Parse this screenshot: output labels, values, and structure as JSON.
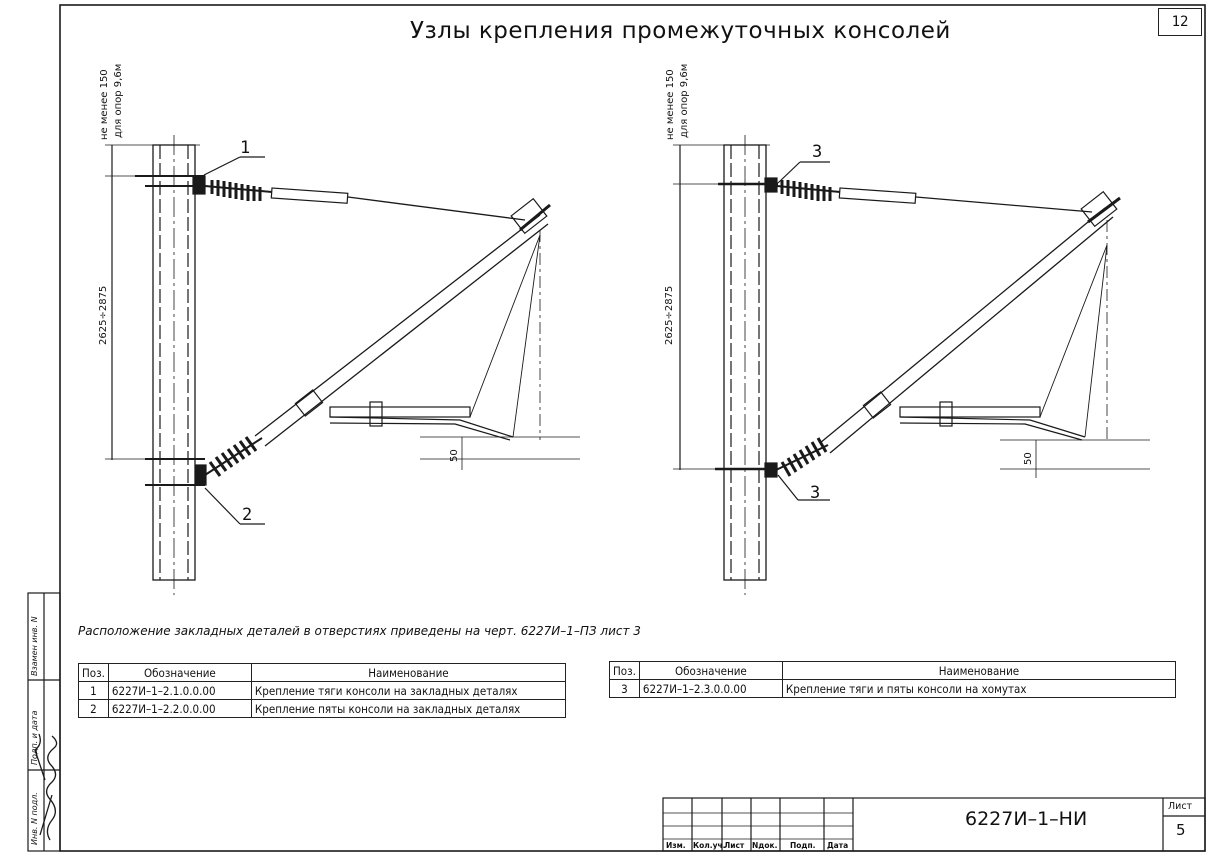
{
  "title": "Узлы крепления промежуточных консолей",
  "sheet_top": "12",
  "left_drawing": {
    "dim_top_line1": "не менее 150",
    "dim_top_line2": "для опор 9,6м",
    "dim_vertical": "2625÷2875",
    "dim_small": "50",
    "callout_top": "1",
    "callout_bottom": "2"
  },
  "right_drawing": {
    "dim_top_line1": "не менее 150",
    "dim_top_line2": "для опор 9,6м",
    "dim_vertical": "2625÷2875",
    "dim_small": "50",
    "callout_top": "3",
    "callout_bottom": "3"
  },
  "note": "Расположение закладных деталей в отверстиях приведены на черт. 6227И–1–ПЗ лист 3",
  "spec_left": {
    "headers": [
      "Поз.",
      "Обозначение",
      "Наименование"
    ],
    "rows": [
      [
        "1",
        "6227И–1–2.1.0.0.00",
        "Крепление тяги консоли на закладных деталях"
      ],
      [
        "2",
        "6227И–1–2.2.0.0.00",
        "Крепление пяты консоли на закладных деталях"
      ]
    ]
  },
  "spec_right": {
    "headers": [
      "Поз.",
      "Обозначение",
      "Наименование"
    ],
    "rows": [
      [
        "3",
        "6227И–1–2.3.0.0.00",
        "Крепление тяги и пяты консоли на хомутах"
      ]
    ]
  },
  "side_stamp": {
    "inv_podl": "Инв. N подл.",
    "podp_data": "Подп. и дата",
    "vzam_inv": "Взамен инв. N"
  },
  "title_block": {
    "cols": [
      "Изм.",
      "Кол.уч.",
      "Лист",
      "Nдок.",
      "Подп.",
      "Дата"
    ],
    "code": "6227И–1–НИ",
    "sheet_label": "Лист",
    "sheet_value": "5"
  }
}
